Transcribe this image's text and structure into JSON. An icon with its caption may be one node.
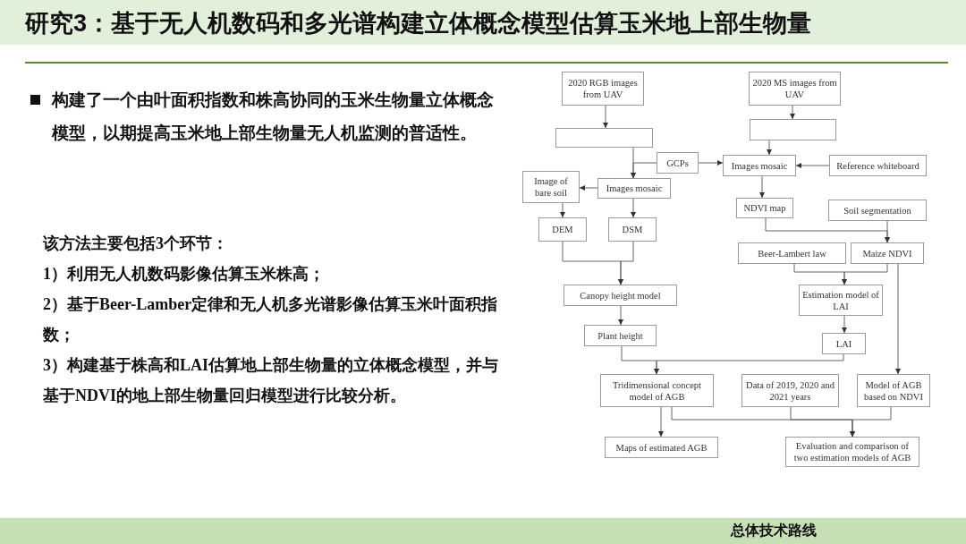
{
  "diagram": {
    "title": "研究3：基于无人机数码和多光谱构建立体概念模型估算玉米地上部生物量",
    "nodes": [
      {
        "text": [
          "2020 RGB images from UAV"
        ]
      },
      {
        "text": [
          "2020 MS images from UAV"
        ]
      },
      {
        "text": [],
        "shape": "box"
      },
      {
        "text": [],
        "shape": "box"
      },
      {
        "text": [
          "GCPs"
        ]
      },
      {
        "text": [
          "Images mosaic"
        ]
      },
      {
        "text": [
          "Reference whiteboard"
        ]
      },
      {
        "text": [
          "Image of bare soil"
        ]
      },
      {
        "text": [
          "Images mosaic"
        ]
      },
      {
        "text": [
          "NDVI map"
        ]
      },
      {
        "text": [
          "Soil segmentation"
        ]
      },
      {
        "text": [
          "DEM"
        ]
      },
      {
        "text": [
          "DSM"
        ]
      },
      {
        "text": [
          "Beer-Lambert law"
        ]
      },
      {
        "text": [
          "Maize NDVI"
        ]
      },
      {
        "text": [
          "Canopy height model"
        ]
      },
      {
        "text": [
          "Estimation model of LAI"
        ]
      },
      {
        "text": [
          "Plant height"
        ]
      },
      {
        "text": [
          "LAI"
        ]
      },
      {
        "text": [
          "Tridimensional concept model of AGB"
        ]
      },
      {
        "text": [
          "Data of 2019, 2020 and 2021 years"
        ]
      },
      {
        "text": [
          "Model of AGB based on NDVI"
        ]
      },
      {
        "text": [
          "Maps of estimated AGB"
        ]
      },
      {
        "text": [
          "Evaluation and comparison of two estimation models of AGB"
        ]
      }
    ],
    "edges": [
      {
        "from": 0,
        "to": 2,
        "arrow": "to"
      },
      {
        "from": 1,
        "to": 3,
        "arrow": "to"
      },
      {
        "from": 3,
        "to": 5,
        "arrow": "to"
      },
      {
        "from": 2,
        "to": 8,
        "arrow": "to"
      },
      {
        "from": 4,
        "to": 8,
        "arrow": "to"
      },
      {
        "from": 4,
        "to": 5,
        "arrow": "to"
      },
      {
        "from": 6,
        "to": 5,
        "arrow": "to"
      },
      {
        "from": 8,
        "to": 7,
        "arrow": "to"
      },
      {
        "from": 7,
        "to": 11,
        "arrow": "to"
      },
      {
        "from": 8,
        "to": 12,
        "arrow": "to"
      },
      {
        "from": 5,
        "to": 9,
        "arrow": "to"
      },
      {
        "from": 11,
        "to": 15,
        "arrow": "to"
      },
      {
        "from": 12,
        "to": 15,
        "arrow": "to"
      },
      {
        "from": 9,
        "to": 14,
        "arrow": "to"
      },
      {
        "from": 10,
        "to": 14,
        "arrow": "to"
      },
      {
        "from": 13,
        "to": 16,
        "arrow": "to"
      },
      {
        "from": 14,
        "to": 16,
        "arrow": "to"
      },
      {
        "from": 15,
        "to": 17,
        "arrow": "to"
      },
      {
        "from": 16,
        "to": 18,
        "arrow": "to"
      },
      {
        "from": 17,
        "to": 19,
        "arrow": "to"
      },
      {
        "from": 18,
        "to": 19,
        "arrow": "to"
      },
      {
        "from": 14,
        "to": 21,
        "arrow": "to"
      },
      {
        "from": 19,
        "to": 22,
        "arrow": "to"
      },
      {
        "from": 19,
        "to": 23,
        "arrow": "to"
      },
      {
        "from": 20,
        "to": 23,
        "arrow": "to"
      },
      {
        "from": 21,
        "to": 23,
        "arrow": "to"
      }
    ],
    "labels": [
      "构建了一个由叶面积指数和株高协同的玉米生物量立体概念模型，以期提高玉米地上部生物量无人机监测的普适性。",
      "该方法主要包括3个环节：",
      "1）利用无人机数码影像估算玉米株高；",
      "2）基于Beer-Lamber定律和无人机多光谱影像估算玉米叶面积指数；",
      "3）构建基于株高和LAI估算地上部生物量的立体概念模型，并与基于NDVI的地上部生物量回归模型进行比较分析。",
      "总体技术路线"
    ]
  }
}
